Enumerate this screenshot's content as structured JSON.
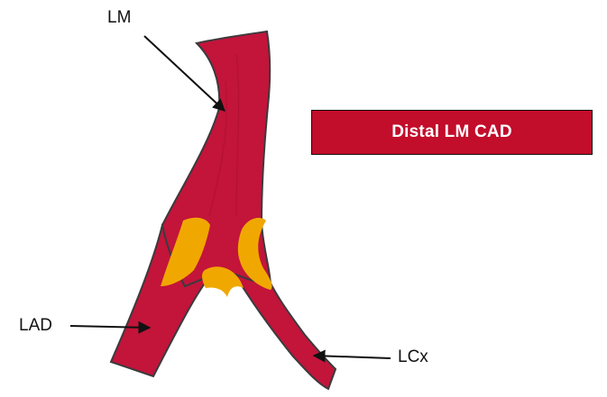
{
  "labels": {
    "lm": "LM",
    "lad": "LAD",
    "lcx": "LCx"
  },
  "title_box": {
    "text": "Distal LM CAD"
  },
  "colors": {
    "vessel": "#c3143a",
    "vessel_outline": "#3c3a3d",
    "plaque": "#f0a800",
    "title_box_fill": "#c20d2b",
    "arrow": "#111111"
  }
}
